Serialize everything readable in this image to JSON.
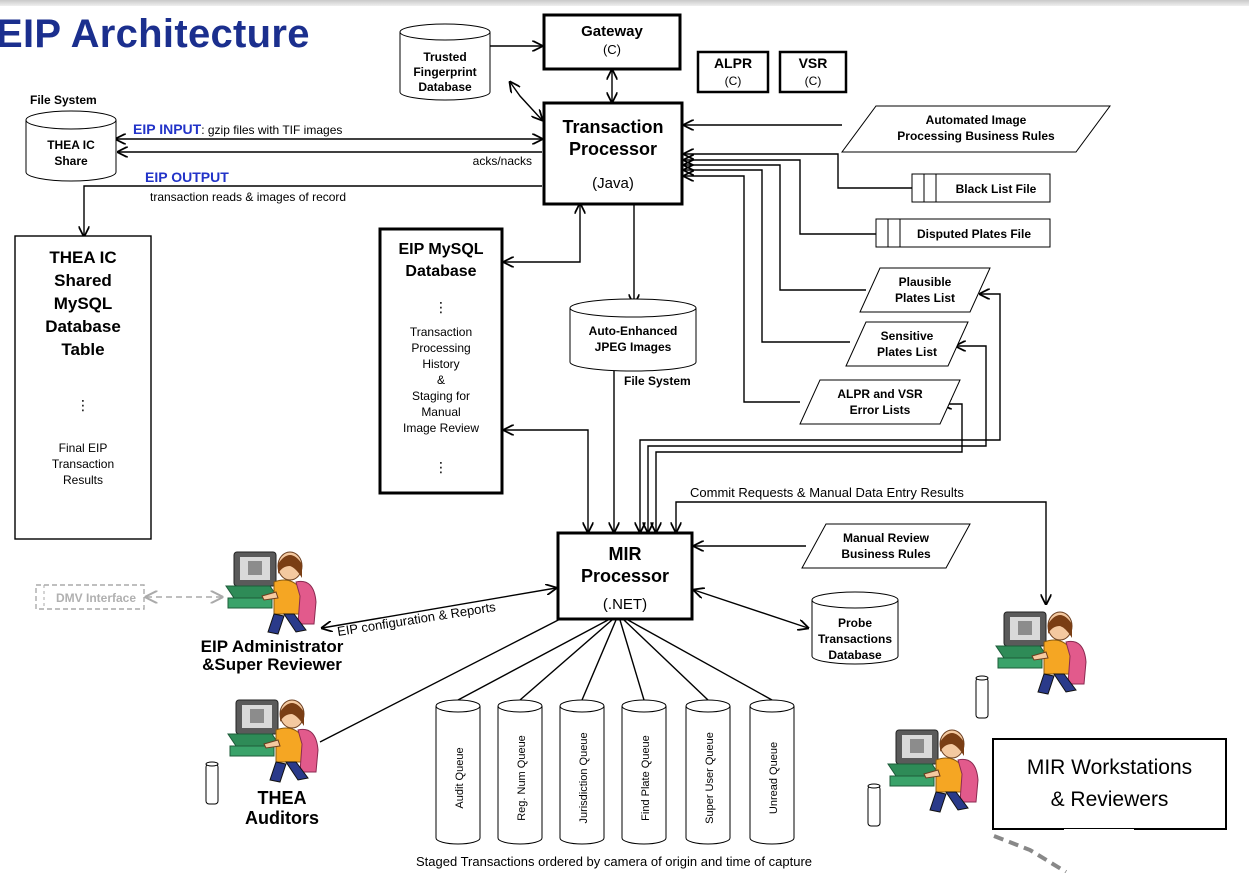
{
  "title": "EIP Architecture",
  "gateway": {
    "title": "Gateway",
    "lang": "(C)"
  },
  "alpr": {
    "title": "ALPR",
    "lang": "(C)"
  },
  "vsr": {
    "title": "VSR",
    "lang": "(C)"
  },
  "fingerprint_db": {
    "lines": [
      "Trusted",
      "Fingerprint",
      "Database"
    ]
  },
  "file_system_label": "File System",
  "thea_share": {
    "lines": [
      "THEA IC",
      "Share"
    ]
  },
  "eip_input": {
    "label": "EIP INPUT",
    "desc": ": gzip files with TIF images"
  },
  "acks": "acks/nacks",
  "eip_output": {
    "label": "EIP OUTPUT",
    "desc": "transaction reads & images of record"
  },
  "transaction_processor": {
    "lines": [
      "Transaction",
      "Processor"
    ],
    "lang": "(Java)"
  },
  "automated_rules": {
    "lines": [
      "Automated Image",
      "Processing Business Rules"
    ]
  },
  "black_list": "Black List File",
  "disputed": "Disputed Plates File",
  "thea_table": {
    "lines": [
      "THEA IC",
      "Shared",
      "MySQL",
      "Database",
      "Table"
    ],
    "dots": "⋮",
    "final": [
      "Final EIP",
      "Transaction",
      "Results"
    ]
  },
  "mysql_db": {
    "lines": [
      "EIP MySQL",
      "Database"
    ],
    "dots": "⋮",
    "body": [
      "Transaction",
      "Processing",
      "History",
      "&",
      "Staging for",
      "Manual",
      "Image Review"
    ],
    "dots2": "⋮"
  },
  "auto_enhanced": {
    "lines": [
      "Auto-Enhanced",
      "JPEG Images"
    ]
  },
  "file_system_label2": "File System",
  "plausible": {
    "lines": [
      "Plausible",
      "Plates List"
    ]
  },
  "sensitive": {
    "lines": [
      "Sensitive",
      "Plates List"
    ]
  },
  "alpr_vsr_errors": {
    "lines": [
      "ALPR and VSR",
      "Error Lists"
    ]
  },
  "commit_label": "Commit Requests & Manual Data Entry Results",
  "mir_processor": {
    "lines": [
      "MIR",
      "Processor"
    ],
    "lang": "(.NET)"
  },
  "manual_rules": {
    "lines": [
      "Manual Review",
      "Business Rules"
    ]
  },
  "probe_db": {
    "lines": [
      "Probe",
      "Transactions",
      "Database"
    ]
  },
  "dmv": "DMV Interface",
  "eip_config": "EIP configuration & Reports",
  "admin": {
    "lines": [
      "EIP Administrator",
      "&Super Reviewer"
    ]
  },
  "auditors": {
    "lines": [
      "THEA",
      "Auditors"
    ]
  },
  "queues": [
    "Audit Queue",
    "Reg. Num Queue",
    "Jurisdiction Queue",
    "Find Plate Queue",
    "Super User Queue",
    "Unread Queue"
  ],
  "staged": "Staged Transactions ordered by camera of origin and time of capture",
  "callout": {
    "line1": "MIR Workstations",
    "line2": "& Reviewers"
  },
  "colors": {
    "title": "#1b2f8e",
    "eip_label": "#2233c8",
    "dmv_gray": "#b0b0b0",
    "person_shirt": "#f5a623",
    "person_chair": "#e25a8c",
    "monitor": "#6b6b6b"
  }
}
